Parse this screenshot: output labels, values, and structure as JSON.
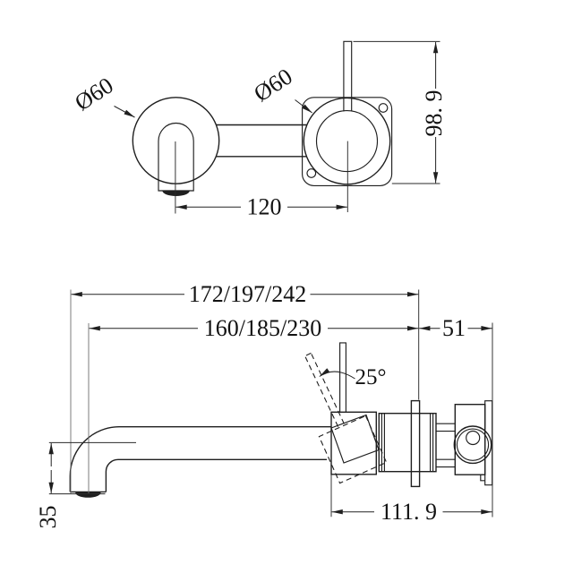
{
  "page": {
    "background": "#ffffff",
    "line_color": "#1f1f1f",
    "view_type": "technical-dimension-drawing"
  },
  "top_view": {
    "spout_diameter_label": "Ø60",
    "mixer_diameter_label": "Ø60",
    "center_spacing_dim": "120",
    "handle_height_dim": "98. 9"
  },
  "front_view": {
    "overall_reach_dim": "172/197/242",
    "outlet_reach_dim": "160/185/230",
    "wall_plate_depth_dim": "51",
    "handle_angle_dim": "25°",
    "body_length_dim": "111. 9",
    "spout_drop_dim": "35"
  }
}
